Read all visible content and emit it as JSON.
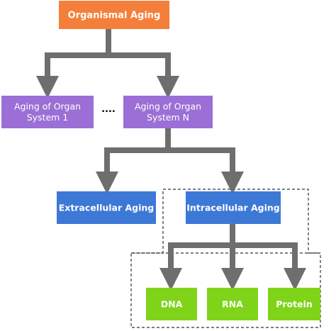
{
  "nodes": {
    "organismal": {
      "lines": [
        "Organismal Aging"
      ],
      "color": "#f47f3b"
    },
    "organ1": {
      "lines": [
        "Aging of Organ",
        "System 1"
      ],
      "color": "#9b6fd6"
    },
    "organN": {
      "lines": [
        "Aging of Organ",
        "System N"
      ],
      "color": "#9b6fd6"
    },
    "extracellular": {
      "lines": [
        "Extracellular Aging"
      ],
      "color": "#3d78d6"
    },
    "intracellular": {
      "lines": [
        "Intracellular Aging"
      ],
      "color": "#3d78d6"
    },
    "dna": {
      "lines": [
        "DNA"
      ],
      "color": "#7fd41a"
    },
    "rna": {
      "lines": [
        "RNA"
      ],
      "color": "#7fd41a"
    },
    "protein": {
      "lines": [
        "Protein"
      ],
      "color": "#7fd41a"
    }
  },
  "ellipsis": "....",
  "connector_color": "#6e6e6e"
}
